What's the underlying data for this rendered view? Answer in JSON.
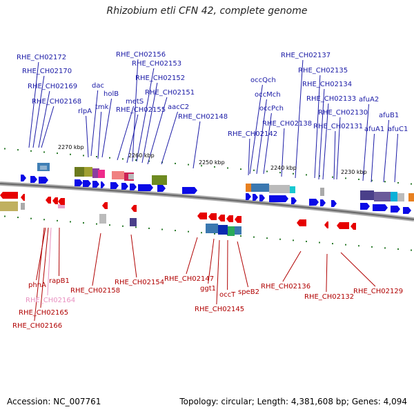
{
  "title": "Rhizobium etli CFN 42, complete genome",
  "footer": {
    "accession": "Accession: NC_007761",
    "summary": "Topology: circular; Length: 4,381,608 bp; Genes: 4,094"
  },
  "colors": {
    "upper_label": "#1a1aa6",
    "lower_label": "#b00000",
    "pink_label": "#e890c0",
    "forward_gene": "#0a0ae6",
    "reverse_gene": "#e60000",
    "backbone": "#888888",
    "tick": "#2a7a2a"
  },
  "scale": [
    "2270 kbp",
    "2260 kbp",
    "2250 kbp",
    "2240 kbp",
    "2230 kbp"
  ],
  "upper_labels": [
    "RHE_CH02172",
    "RHE_CH02170",
    "RHE_CH02169",
    "RHE_CH02168",
    "dac",
    "holB",
    "rlpA",
    "tmk",
    "metS",
    "RHE_CH02156",
    "RHE_CH02153",
    "RHE_CH02152",
    "RHE_CH02151",
    "RHE_CH02155",
    "aacC2",
    "RHE_CH02148",
    "occQch",
    "occMch",
    "occPch",
    "RHE_CH02142",
    "RHE_CH02138",
    "RHE_CH02137",
    "RHE_CH02135",
    "RHE_CH02134",
    "RHE_CH02133",
    "RHE_CH02130",
    "RHE_CH02131",
    "afuA2",
    "afuB1",
    "afuA1",
    "afuC1"
  ],
  "lower_labels": [
    "phnA",
    "rapB1",
    "RHE_CH02164",
    "RHE_CH02165",
    "RHE_CH02166",
    "RHE_CH02158",
    "RHE_CH02154",
    "RHE_CH02147",
    "ggt1",
    "RHE_CH02145",
    "occT",
    "speB2",
    "RHE_CH02136",
    "RHE_CH02132",
    "RHE_CH02129"
  ]
}
